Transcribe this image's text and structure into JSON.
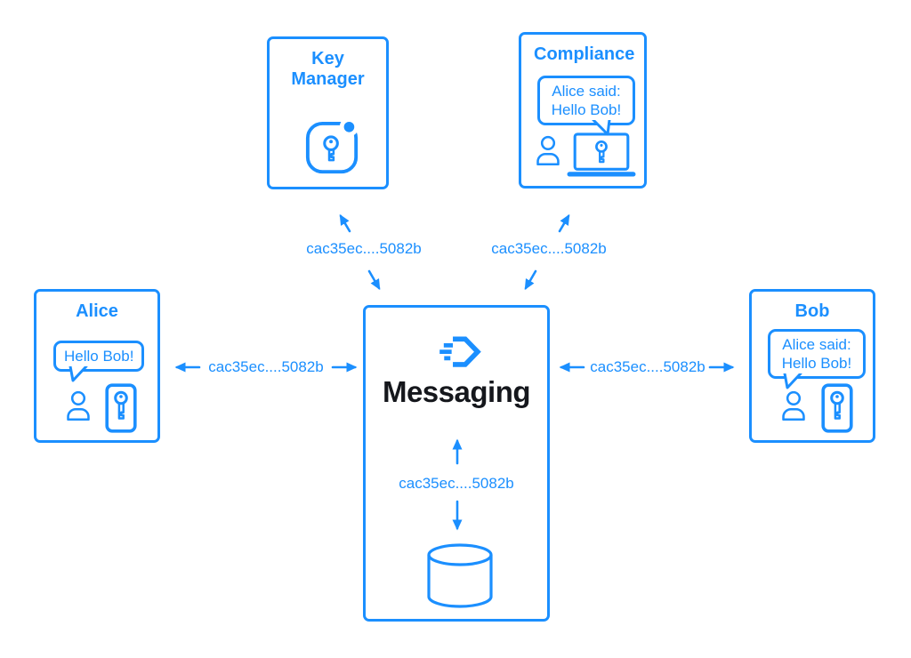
{
  "diagram": {
    "background": "#ffffff",
    "accent_blue": "#1b8fff",
    "text_dark": "#15171c"
  },
  "nodes": {
    "key_manager": {
      "title": "Key Manager",
      "icon": "shield-key-badge-icon"
    },
    "compliance": {
      "title": "Compliance",
      "bubble": "Alice said: Hello Bob!",
      "icons": [
        "person-icon",
        "laptop-key-icon"
      ]
    },
    "alice": {
      "title": "Alice",
      "bubble": "Hello Bob!",
      "icons": [
        "person-icon",
        "phone-key-icon"
      ]
    },
    "bob": {
      "title": "Bob",
      "bubble": "Alice said: Hello Bob!",
      "icons": [
        "person-icon",
        "phone-key-icon"
      ]
    },
    "messaging": {
      "title": "Messaging",
      "icon": "messaging-logo-icon"
    },
    "database": {
      "icon": "database-cylinder-icon"
    }
  },
  "edges": {
    "key_manager_messaging": {
      "label": "cac35ec....5082b",
      "style": "bidirectional-diagonal"
    },
    "compliance_messaging": {
      "label": "cac35ec....5082b",
      "style": "bidirectional-diagonal"
    },
    "alice_messaging": {
      "label": "cac35ec....5082b",
      "style": "bidirectional-horizontal"
    },
    "messaging_bob": {
      "label": "cac35ec....5082b",
      "style": "bidirectional-horizontal"
    },
    "messaging_database": {
      "label": "cac35ec....5082b",
      "style": "bidirectional-vertical"
    }
  }
}
